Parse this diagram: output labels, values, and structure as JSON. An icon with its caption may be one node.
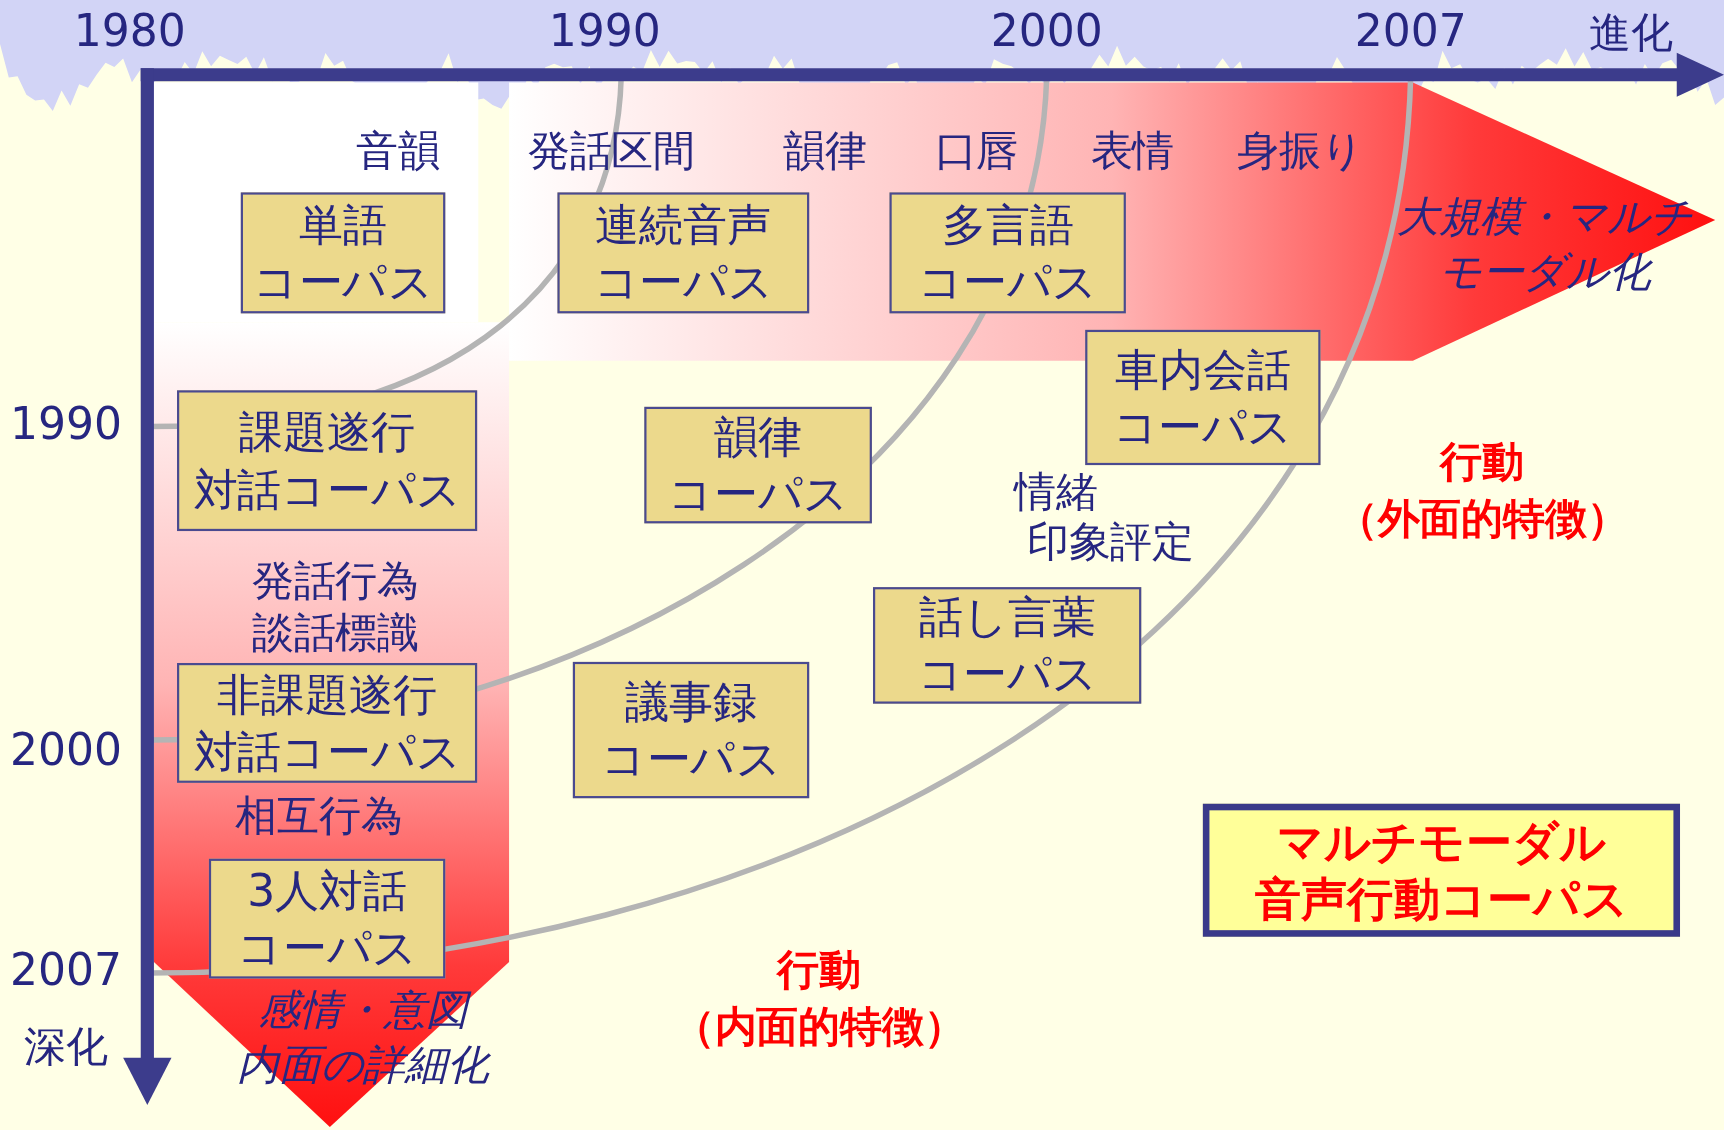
{
  "diagram": {
    "nodes": [
      {
        "text": [
          "単語コーパス"
        ]
      },
      {
        "text": [
          "連続音声コーパス"
        ]
      },
      {
        "text": [
          "多言語コーパス"
        ]
      },
      {
        "text": [
          "課題遂行対話コーパス"
        ]
      },
      {
        "text": [
          "韻律コーパス"
        ]
      },
      {
        "text": [
          "車内会話コーパス"
        ]
      },
      {
        "text": [
          "話し言葉コーパス"
        ]
      },
      {
        "text": [
          "非課題遂行対話コーパス"
        ]
      },
      {
        "text": [
          "議事録コーパス"
        ]
      },
      {
        "text": [
          "3人対話コーパス"
        ]
      },
      {
        "text": [
          "マルチモーダル音声行動コーパス"
        ]
      }
    ],
    "labels": [
      "1980",
      "1990",
      "2000",
      "2007",
      "進化",
      "音韻",
      "発話区間",
      "韻律",
      "口唇",
      "表情",
      "身振り",
      "大規模・マルチモーダル化",
      "1990",
      "行動",
      "（外面的特徴）",
      "情緒",
      "印象評定",
      "発話行為",
      "談話標識",
      "2000",
      "相互行為",
      "2007",
      "行動",
      "感情・意図",
      "（内面的特徴）",
      "深化",
      "内面の詳細化"
    ]
  }
}
